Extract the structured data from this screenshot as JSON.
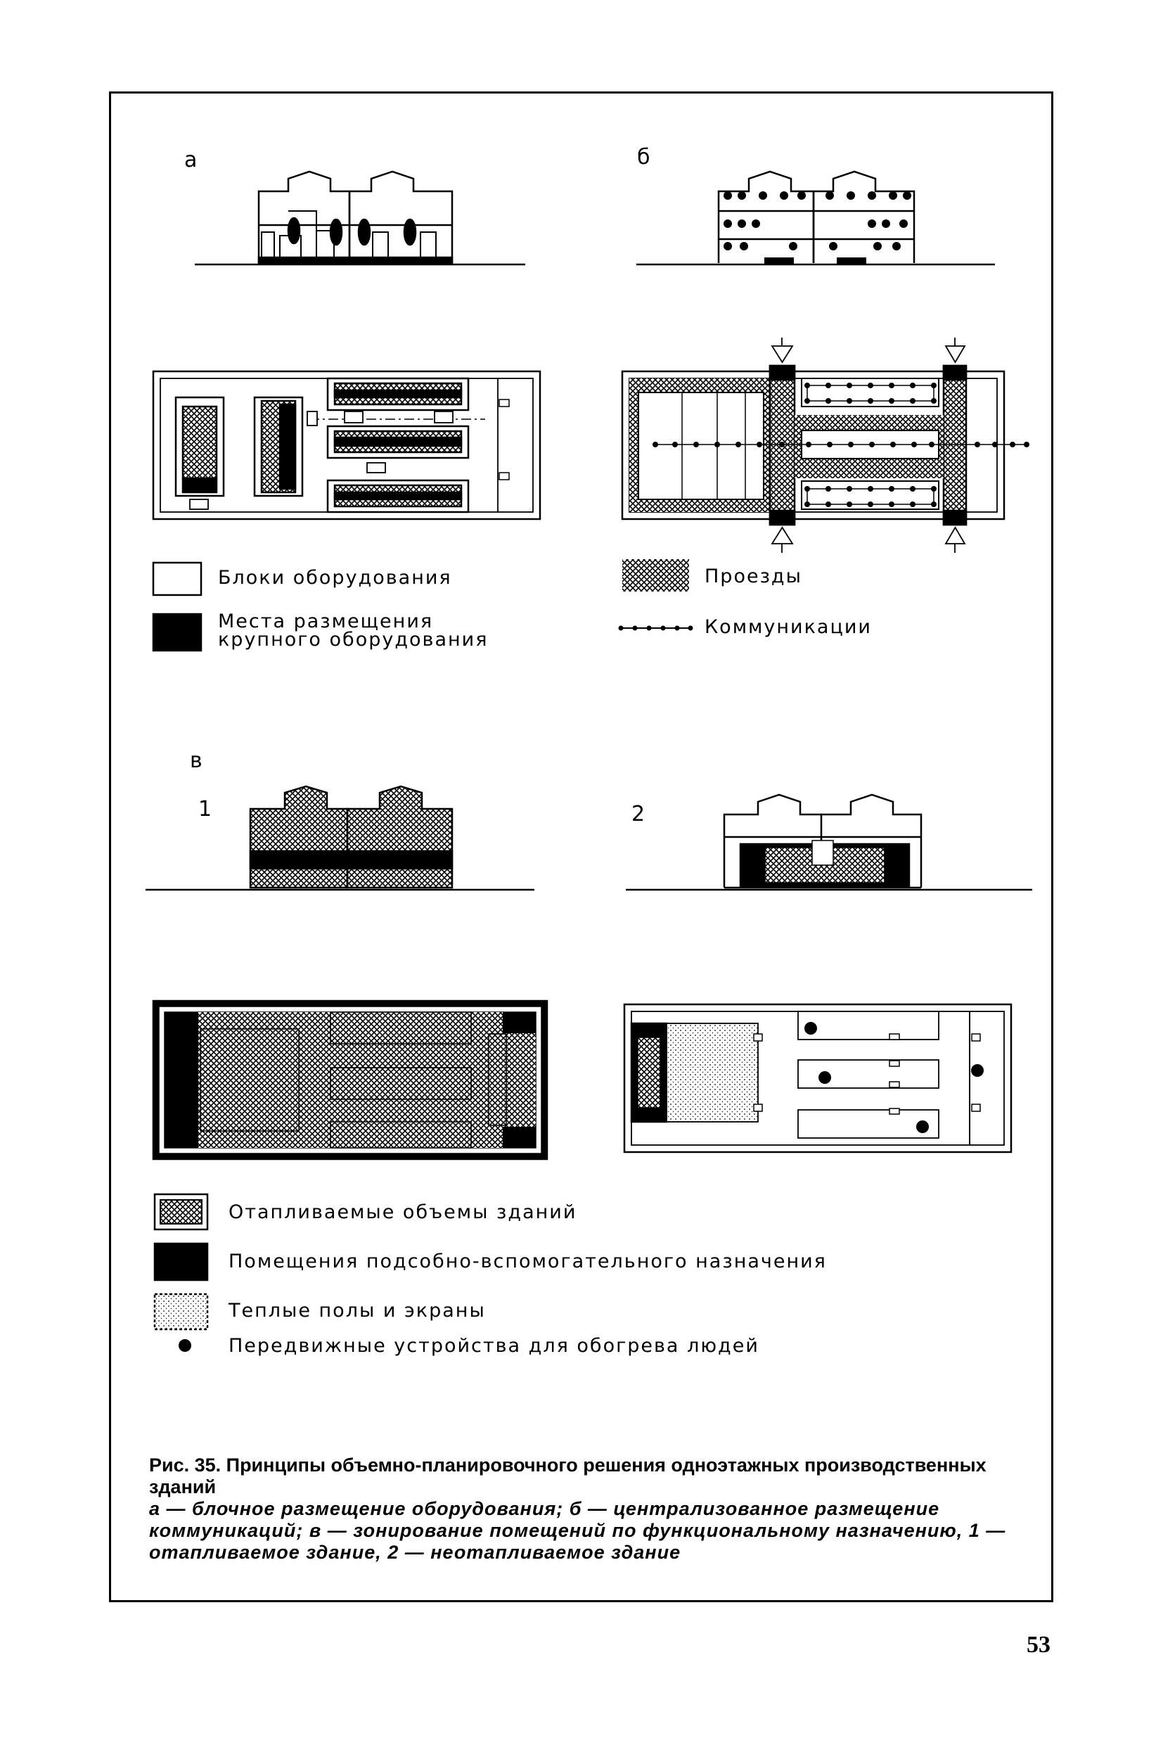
{
  "panels": {
    "a": "а",
    "b": "б",
    "v": "в",
    "v1": "1",
    "v2": "2"
  },
  "legend_top": {
    "equipment_blocks": "Блоки оборудования",
    "passages": "Проезды",
    "large_equipment_line1": "Места размещения",
    "large_equipment_line2": "крупного оборудования",
    "communications": "Коммуникации"
  },
  "legend_bottom": {
    "heated_volumes": "Отапливаемые объемы зданий",
    "auxiliary_rooms": "Помещения подсобно-вспомогательного назначения",
    "warm_floors": "Теплые полы и экраны",
    "mobile_heaters": "Передвижные устройства для обогрева людей"
  },
  "caption": {
    "title": "Рис. 35. Принципы объемно-планировочного решения одноэтажных производственных зданий",
    "description": "а — блочное размещение оборудования; б — централизованное размещение коммуникаций; в — зонирование помещений по функциональному назначению, 1 — отапливаемое здание, 2 — неотапливаемое здание"
  },
  "page_number": "53"
}
